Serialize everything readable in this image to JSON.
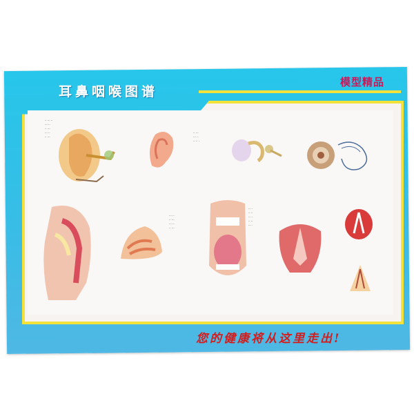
{
  "poster": {
    "title": "耳鼻咽喉图谱",
    "badge": "模型精品",
    "slogan": "您的健康将从这里走出!"
  }
}
